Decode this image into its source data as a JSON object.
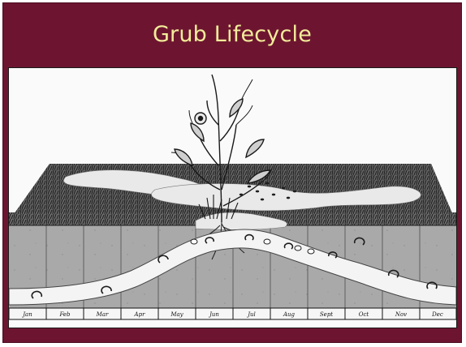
{
  "slide": {
    "title": "Grub Lifecycle"
  },
  "diagram": {
    "months": [
      "Jan",
      "Feb",
      "Mar",
      "Apr",
      "May",
      "Jun",
      "Jul",
      "Aug",
      "Sept",
      "Oct",
      "Nov",
      "Dec"
    ]
  },
  "colors": {
    "slide_background": "#6d1530",
    "title_text": "#f3ec9a",
    "figure_background": "#fafafa",
    "soil_grey": "#a7a7a7",
    "turf_dark": "#3a3a3a"
  }
}
